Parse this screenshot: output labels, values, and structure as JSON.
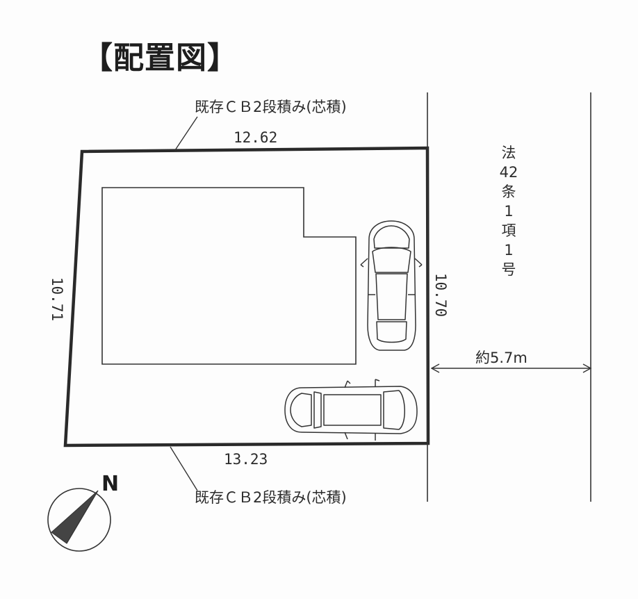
{
  "title": "【配置図】",
  "walls": {
    "top": "既存ＣＢ2段積み(芯積)",
    "bottom": "既存ＣＢ2段積み(芯積)"
  },
  "dimensions": {
    "top": "12.62",
    "bottom": "13.23",
    "left": "10.71",
    "right": "10.70"
  },
  "road": {
    "distance": "約5.7m",
    "classification": "法\n42\n条\n1\n項\n1\n号"
  },
  "compass": {
    "label": "N"
  },
  "colors": {
    "line": "#2a2a2a",
    "background": "#fdfdfd",
    "compass_fill": "#444444"
  }
}
